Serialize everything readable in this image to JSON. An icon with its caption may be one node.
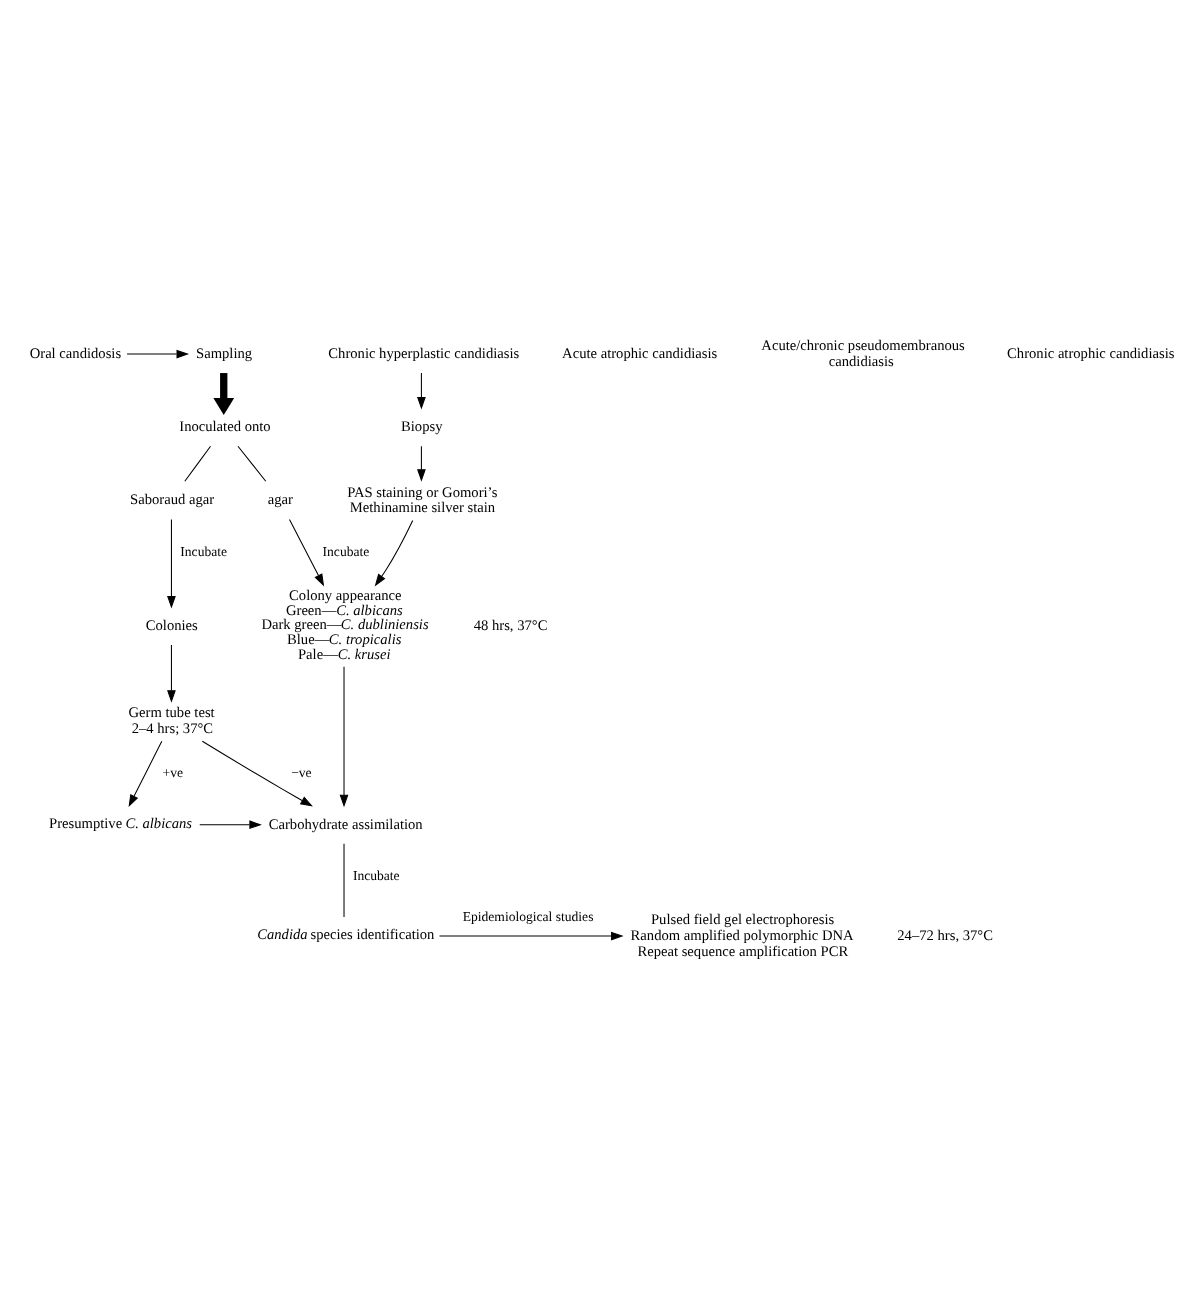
{
  "diagram": {
    "nodes": [
      {
        "text": [
          "Oral candidosis"
        ]
      },
      {
        "text": [
          "Sampling"
        ]
      },
      {
        "text": [
          "Chronic hyperplastic candidiasis"
        ]
      },
      {
        "text": [
          "Biopsy"
        ]
      },
      {
        "text": [
          "PAS staining or Gomori’s Methinamine silver stain"
        ]
      },
      {
        "text": [
          "Inoculated onto"
        ]
      },
      {
        "text": [
          "Saboraud agar"
        ]
      },
      {
        "text": [
          "agar"
        ]
      },
      {
        "text": [
          "Colonies"
        ]
      },
      {
        "text": [
          "Colony appearance",
          "Green—*C. albicans*",
          "Dark green—*C. dubliniensis*",
          "Blue—*C. tropicalis*",
          "Pale—*C. krusei*"
        ]
      },
      {
        "text": [
          "Germ tube test",
          "2–4 hrs; 37°C"
        ]
      },
      {
        "text": [
          "Carbohydrate assimilation"
        ]
      },
      {
        "text": [
          "Presumptive *C. albicans*"
        ]
      },
      {
        "text": [
          "*Candida* species identification"
        ]
      },
      {
        "text": [
          "Pulsed field gel electrophoresis",
          "Random amplified polymorphic DNA",
          "Repeat sequence amplification PCR"
        ]
      }
    ],
    "edges": [
      {
        "from": 0,
        "to": 1,
        "arrow": "to"
      },
      {
        "from": 1,
        "to": 5,
        "arrow": "to",
        "style": "thick"
      },
      {
        "from": 5,
        "to": 6,
        "arrow": "none"
      },
      {
        "from": 5,
        "to": 7,
        "arrow": "none"
      },
      {
        "from": 2,
        "to": 3,
        "arrow": "to"
      },
      {
        "from": 3,
        "to": 4,
        "arrow": "to"
      },
      {
        "from": 4,
        "to": 9,
        "arrow": "to"
      },
      {
        "from": 6,
        "to": 8,
        "arrow": "to",
        "label": "Incubate"
      },
      {
        "from": 7,
        "to": 9,
        "arrow": "to",
        "label": "Incubate"
      },
      {
        "from": 8,
        "to": 10,
        "arrow": "to"
      },
      {
        "from": 10,
        "to": 11,
        "arrow": "to",
        "label": "−ve"
      },
      {
        "from": 10,
        "to": 12,
        "arrow": "to",
        "label": "+ve"
      },
      {
        "from": 12,
        "to": 11,
        "arrow": "to"
      },
      {
        "from": 9,
        "to": 11,
        "arrow": "to"
      },
      {
        "from": 11,
        "to": 13,
        "arrow": "none",
        "label": "Incubate"
      },
      {
        "from": 13,
        "to": 14,
        "arrow": "to",
        "label": "Epidemiological studies"
      }
    ],
    "labels": [
      "Acute atrophic candidiasis",
      "Acute/chronic pseudomembranous candidiasis",
      "Chronic atrophic candidiasis",
      "48 hrs, 37°C",
      "24–72 hrs, 37°C"
    ]
  }
}
